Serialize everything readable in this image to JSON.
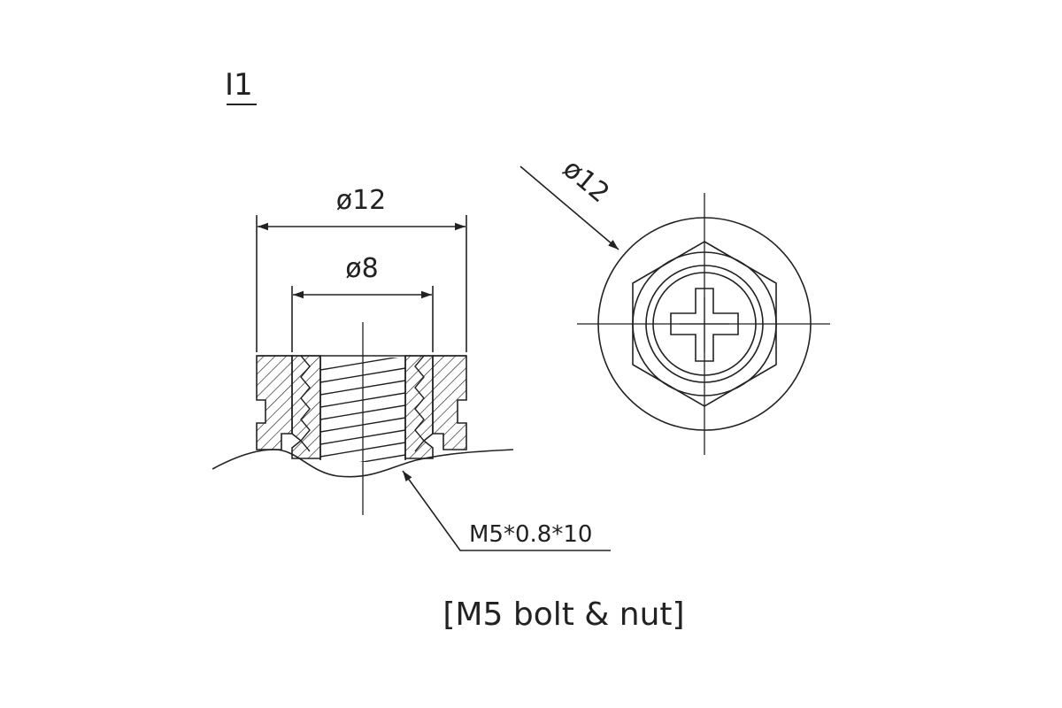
{
  "view_label": "I1",
  "side_view": {
    "outer_diameter_label": "ø12",
    "inner_diameter_label": "ø8",
    "thread_callout": "M5*0.8*10"
  },
  "top_view": {
    "diameter_label": "ø12"
  },
  "caption": "[M5 bolt & nut]",
  "colors": {
    "line": "#222222",
    "background": "#ffffff"
  }
}
